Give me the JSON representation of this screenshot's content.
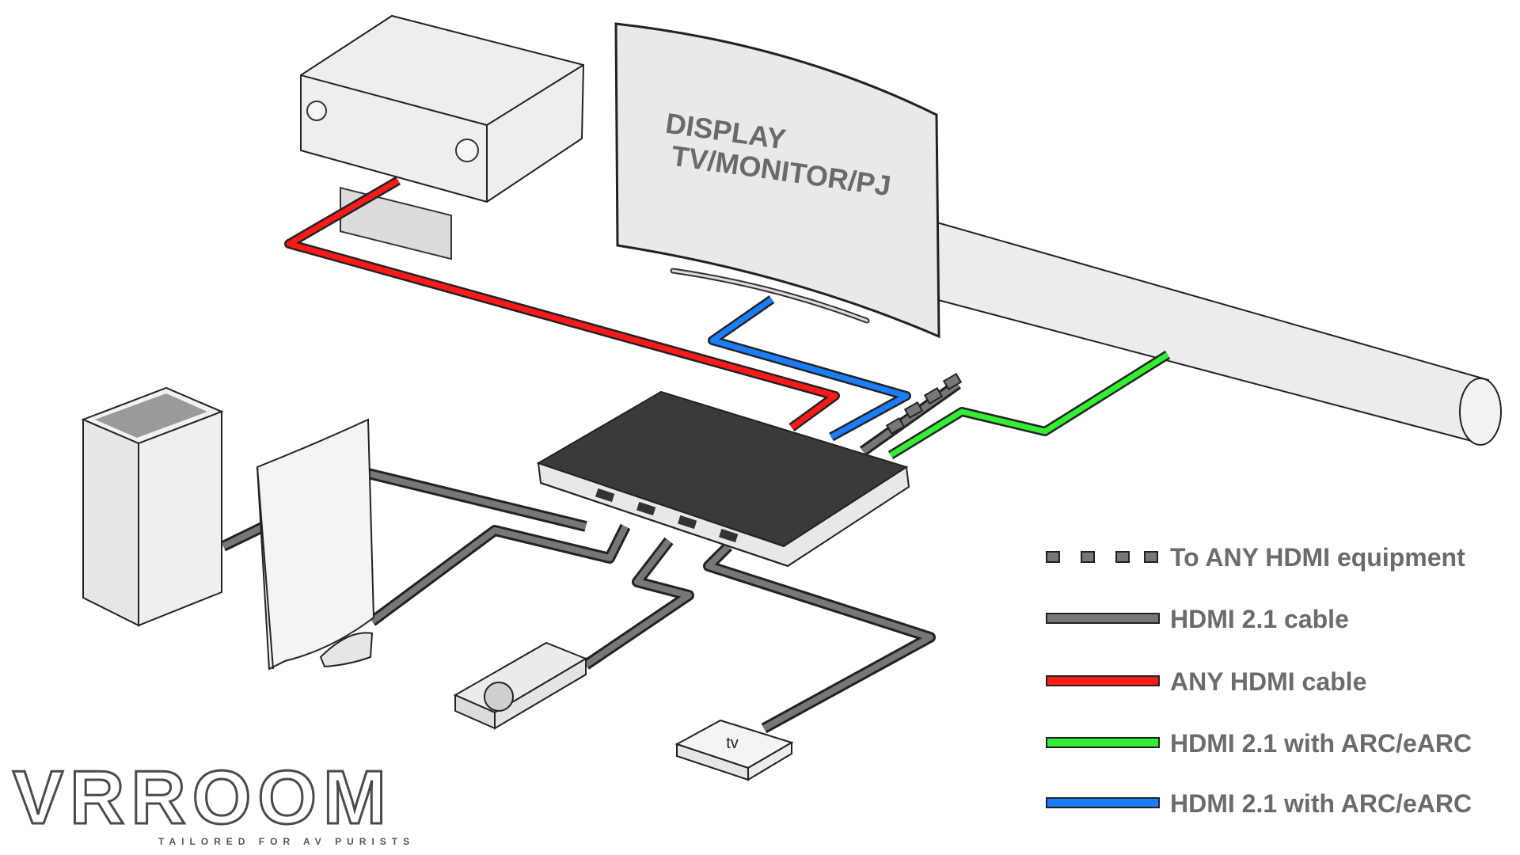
{
  "display": {
    "line1": "DISPLAY",
    "line2": "TV/MONITOR/PJ"
  },
  "apple_tv_label": "tv",
  "legend": [
    {
      "style": "dashed",
      "color": "#666666",
      "label": "To ANY HDMI equipment"
    },
    {
      "style": "solid",
      "color": "#666666",
      "label": "HDMI 2.1 cable"
    },
    {
      "style": "solid",
      "color": "#ff1a1a",
      "label": "ANY HDMI cable"
    },
    {
      "style": "solid",
      "color": "#33ee33",
      "label": "HDMI 2.1 with ARC/eARC"
    },
    {
      "style": "solid",
      "color": "#1a7dff",
      "label": "HDMI 2.1 with ARC/eARC"
    }
  ],
  "brand": {
    "name": "VRROOM",
    "tagline": "TAILORED FOR AV PURISTS"
  },
  "colors": {
    "gray_cable": "#666666",
    "red_cable": "#ff1a1a",
    "green_cable": "#33ee33",
    "blue_cable": "#1a7dff"
  }
}
